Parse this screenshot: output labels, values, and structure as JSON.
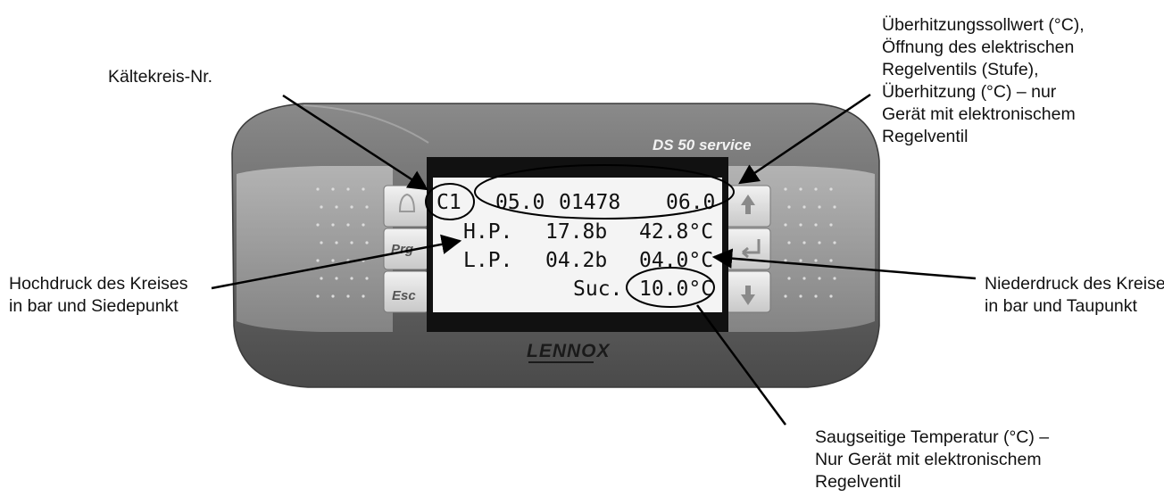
{
  "device": {
    "model_label": "DS 50 service",
    "logo": "LENNOX",
    "buttons": {
      "prg": "Prg",
      "esc": "Esc",
      "alarm_icon": "bell-icon",
      "up_icon": "arrow-up-icon",
      "enter_icon": "enter-icon",
      "down_icon": "arrow-down-icon"
    }
  },
  "lcd": {
    "row1": {
      "circuit": "C1",
      "superheat_setpoint": "05.0",
      "valve_opening": "01478",
      "superheat": "06.0"
    },
    "row2": {
      "label": "H.P.",
      "pressure": "17.8b",
      "temperature": "42.8°C"
    },
    "row3": {
      "label": "L.P.",
      "pressure": "04.2b",
      "temperature": "04.0°C"
    },
    "row4": {
      "label": "Suc.",
      "temperature": "10.0°C"
    }
  },
  "callouts": {
    "circuit_no": [
      "Kältekreis-Nr."
    ],
    "superheat": [
      "Überhitzungssollwert (°C),",
      "Öffnung des elektrischen",
      "Regelventils (Stufe),",
      "Überhitzung (°C) – nur",
      "Gerät mit elektronischem",
      "Regelventil"
    ],
    "high_pressure": [
      "Hochdruck des Kreises",
      "in bar und Siedepunkt"
    ],
    "low_pressure": [
      "Niederdruck des Kreises",
      "in bar und Taupunkt"
    ],
    "suction": [
      "Saugseitige Temperatur (°C) –",
      "Nur Gerät mit elektronischem",
      "Regelventil"
    ]
  },
  "colors": {
    "housing": "#6b6b6b",
    "lcd_background": "#f4f4f4",
    "bezel": "#111111"
  }
}
